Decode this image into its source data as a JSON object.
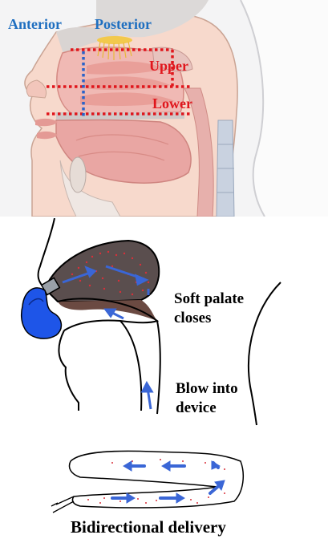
{
  "top_panel": {
    "label_anterior": "Anterior",
    "label_posterior": "Posterior",
    "label_upper": "Upper",
    "label_lower": "Lower"
  },
  "middle_panel": {
    "label_soft_palate": "Soft palate\ncloses",
    "label_blow": "Blow into\ndevice"
  },
  "bottom_panel": {
    "caption": "Bidirectional delivery"
  },
  "colors": {
    "blue_label": "#1f6fc0",
    "red_label": "#e0161c",
    "dotted_red": "#e0161c",
    "dotted_blue": "#2a62c9",
    "arrow_blue": "#3a66d6",
    "device_blue": "#1e55e8",
    "cavity_dark": "#5a4e4e",
    "particle_red": "#d8303a"
  }
}
